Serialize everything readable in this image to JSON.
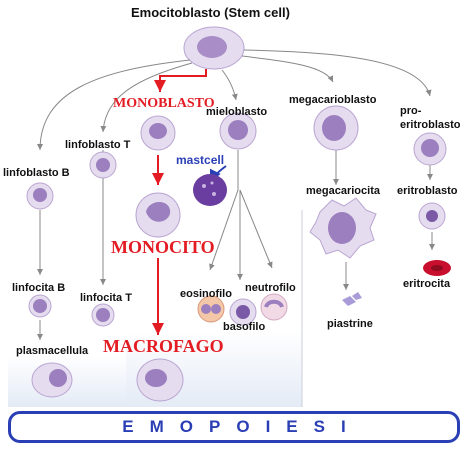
{
  "title": "Emocitoblasto (Stem cell)",
  "labels": {
    "monoblasto": "MONOBLASTO",
    "mieloblasto": "mieloblasto",
    "megacarioblasto": "megacarioblasto",
    "pro_eritroblasto_1": "pro-",
    "pro_eritroblasto_2": "eritroblasto",
    "linfoblasto_t": "linfoblasto T",
    "mastcell": "mastcell",
    "linfoblasto_b": "linfoblasto B",
    "megacariocita": "megacariocita",
    "eritroblasto": "eritroblasto",
    "monocito": "MONOCITO",
    "eosinofilo": "eosinofilo",
    "neutrofilo": "neutrofilo",
    "linfocita_b": "linfocita B",
    "linfocita_t": "linfocita T",
    "basofilo": "basofilo",
    "eritrocita": "eritrocita",
    "piastrine": "piastrine",
    "plasmacellula": "plasmacellula",
    "macrofago": "MACROFAGO"
  },
  "banner": "EMOPOIESI",
  "colors": {
    "accent_red": "#e31b23",
    "accent_blue": "#2b3fb5",
    "cell_body": "#e6dcef",
    "cell_nucleus": "#9c7fbf",
    "erythrocyte": "#c8102e"
  }
}
